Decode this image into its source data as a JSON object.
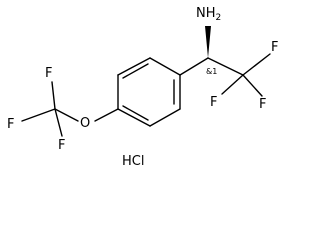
{
  "molecule": {
    "atoms": {
      "nh2_main": "NH",
      "nh2_sub": "2",
      "stereo": "&1",
      "f_cf3_right_top": "F",
      "f_cf3_right_left": "F",
      "f_cf3_right_bottom": "F",
      "f_ocf3_top": "F",
      "f_ocf3_left": "F",
      "f_ocf3_bottom": "F",
      "oxygen": "O"
    },
    "salt": "HCl",
    "colors": {
      "bond": "#000000",
      "text": "#000000",
      "background": "#ffffff"
    }
  }
}
